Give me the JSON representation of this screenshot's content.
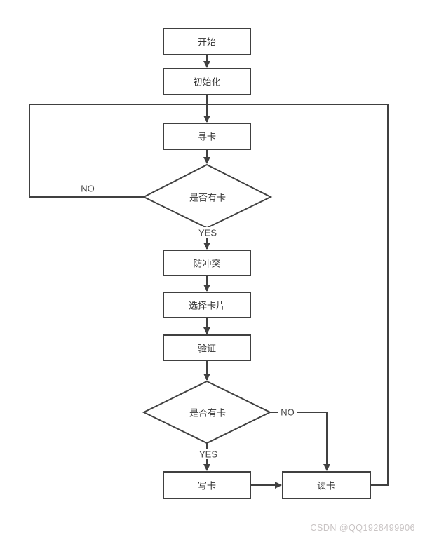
{
  "page": {
    "background": "#ffffff"
  },
  "diagram": {
    "type": "flowchart",
    "colors": {
      "stroke": "#404040",
      "node_fill": "#ffffff",
      "text": "#333333",
      "watermark": "#c9c4c4"
    },
    "nodes": {
      "start": {
        "label": "开始",
        "shape": "rect"
      },
      "init": {
        "label": "初始化",
        "shape": "rect"
      },
      "seek_card": {
        "label": "寻卡",
        "shape": "rect"
      },
      "has_card_1": {
        "label": "是否有卡",
        "shape": "diamond"
      },
      "anti_collision": {
        "label": "防冲突",
        "shape": "rect"
      },
      "select_card": {
        "label": "选择卡片",
        "shape": "rect"
      },
      "verify": {
        "label": "验证",
        "shape": "rect"
      },
      "has_card_2": {
        "label": "是否有卡",
        "shape": "diamond"
      },
      "write_card": {
        "label": "写卡",
        "shape": "rect"
      },
      "read_card": {
        "label": "读卡",
        "shape": "rect"
      }
    },
    "branch_labels": {
      "has_card_1_no": "NO",
      "has_card_1_yes": "YES",
      "has_card_2_no": "NO",
      "has_card_2_yes": "YES"
    },
    "edges": [
      {
        "from": "start",
        "to": "init"
      },
      {
        "from": "init",
        "to": "seek_card"
      },
      {
        "from": "seek_card",
        "to": "has_card_1"
      },
      {
        "from": "has_card_1",
        "to": "seek_card",
        "label": "NO",
        "route": "left-loop"
      },
      {
        "from": "has_card_1",
        "to": "anti_collision",
        "label": "YES"
      },
      {
        "from": "anti_collision",
        "to": "select_card"
      },
      {
        "from": "select_card",
        "to": "verify"
      },
      {
        "from": "verify",
        "to": "has_card_2"
      },
      {
        "from": "has_card_2",
        "to": "read_card",
        "label": "NO",
        "route": "right-down"
      },
      {
        "from": "has_card_2",
        "to": "write_card",
        "label": "YES"
      },
      {
        "from": "write_card",
        "to": "read_card"
      },
      {
        "from": "read_card",
        "to": "seek_card",
        "route": "right-loop"
      }
    ]
  },
  "watermark": {
    "text": "CSDN @QQ1928499906"
  }
}
